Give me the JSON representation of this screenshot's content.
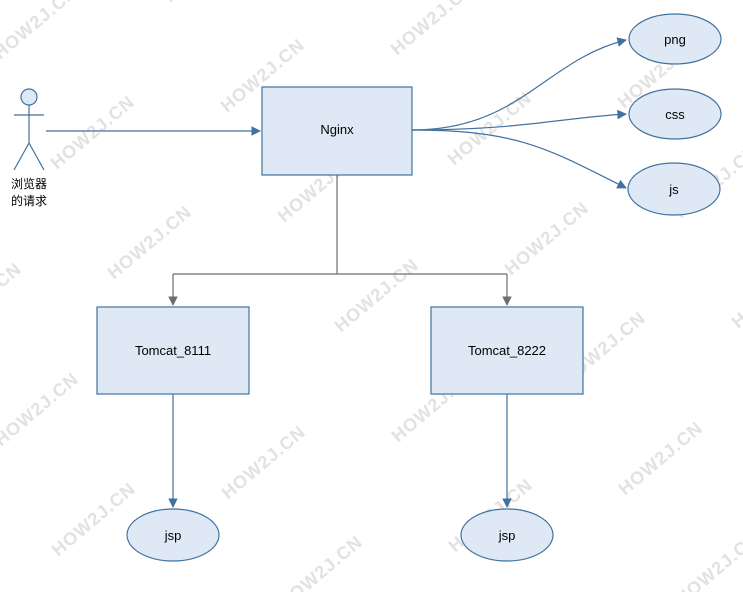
{
  "actor": {
    "label_line1": "浏览器",
    "label_line2": "的请求"
  },
  "nginx": {
    "label": "Nginx"
  },
  "static_resources": [
    {
      "label": "png"
    },
    {
      "label": "css"
    },
    {
      "label": "js"
    }
  ],
  "tomcats": [
    {
      "label": "Tomcat_8111",
      "output": "jsp"
    },
    {
      "label": "Tomcat_8222",
      "output": "jsp"
    }
  ],
  "watermark": {
    "text": "HOW2J.CN"
  },
  "colors": {
    "box_fill": "#dfe9f6",
    "box_stroke": "#41729f",
    "connector": "#41729f",
    "tree_connector": "#6e6e6e"
  }
}
